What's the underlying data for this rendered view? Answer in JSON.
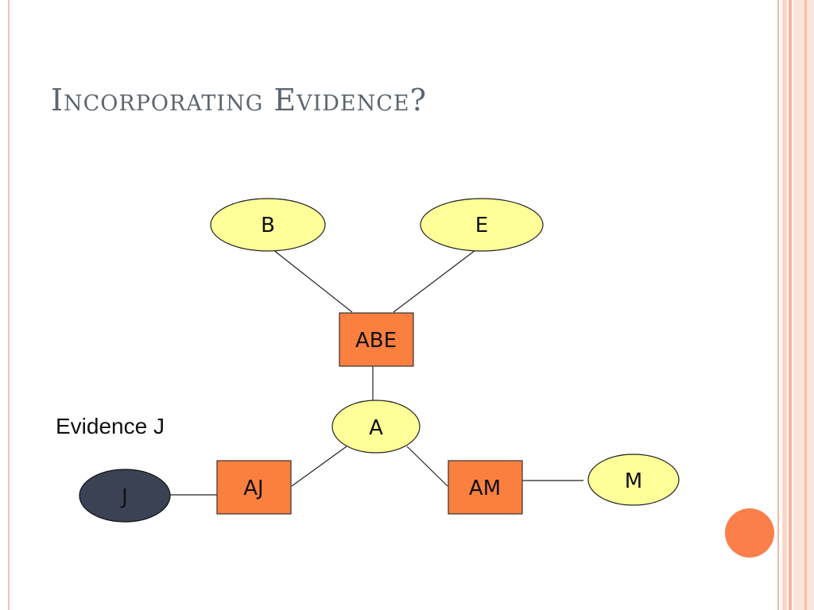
{
  "slide": {
    "title": "Incorporating Evidence?",
    "evidence_label": "Evidence J"
  },
  "diagram": {
    "nodes": {
      "B": "B",
      "E": "E",
      "ABE": "ABE",
      "A": "A",
      "AJ": "AJ",
      "AM": "AM",
      "M": "M",
      "J": "J"
    },
    "edges": [
      [
        "B",
        "ABE"
      ],
      [
        "E",
        "ABE"
      ],
      [
        "ABE",
        "A"
      ],
      [
        "A",
        "AJ"
      ],
      [
        "A",
        "AM"
      ],
      [
        "AJ",
        "J"
      ],
      [
        "AM",
        "M"
      ]
    ]
  },
  "colors": {
    "variable_fill": "#ffff99",
    "factor_fill": "#fb7f3f",
    "evidence_fill": "#3a4254",
    "accent": "#fb7f4a"
  },
  "icons": {
    "decorative_dot": "orange-circle"
  }
}
